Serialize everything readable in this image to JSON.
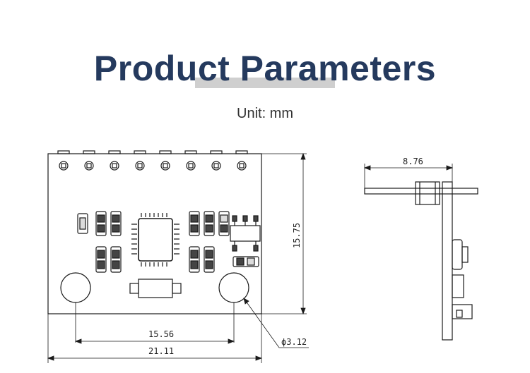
{
  "header": {
    "title": "Product Parameters",
    "unit": "Unit: mm"
  },
  "dimensions": {
    "board_width": "21.11",
    "hole_spacing": "15.56",
    "board_height": "15.75",
    "hole_diameter": "ϕ3.12",
    "side_pin_length": "8.76"
  },
  "colors": {
    "title": "#253a5e",
    "line": "#1a1a1a",
    "title_bar": "#cfcfcf"
  }
}
